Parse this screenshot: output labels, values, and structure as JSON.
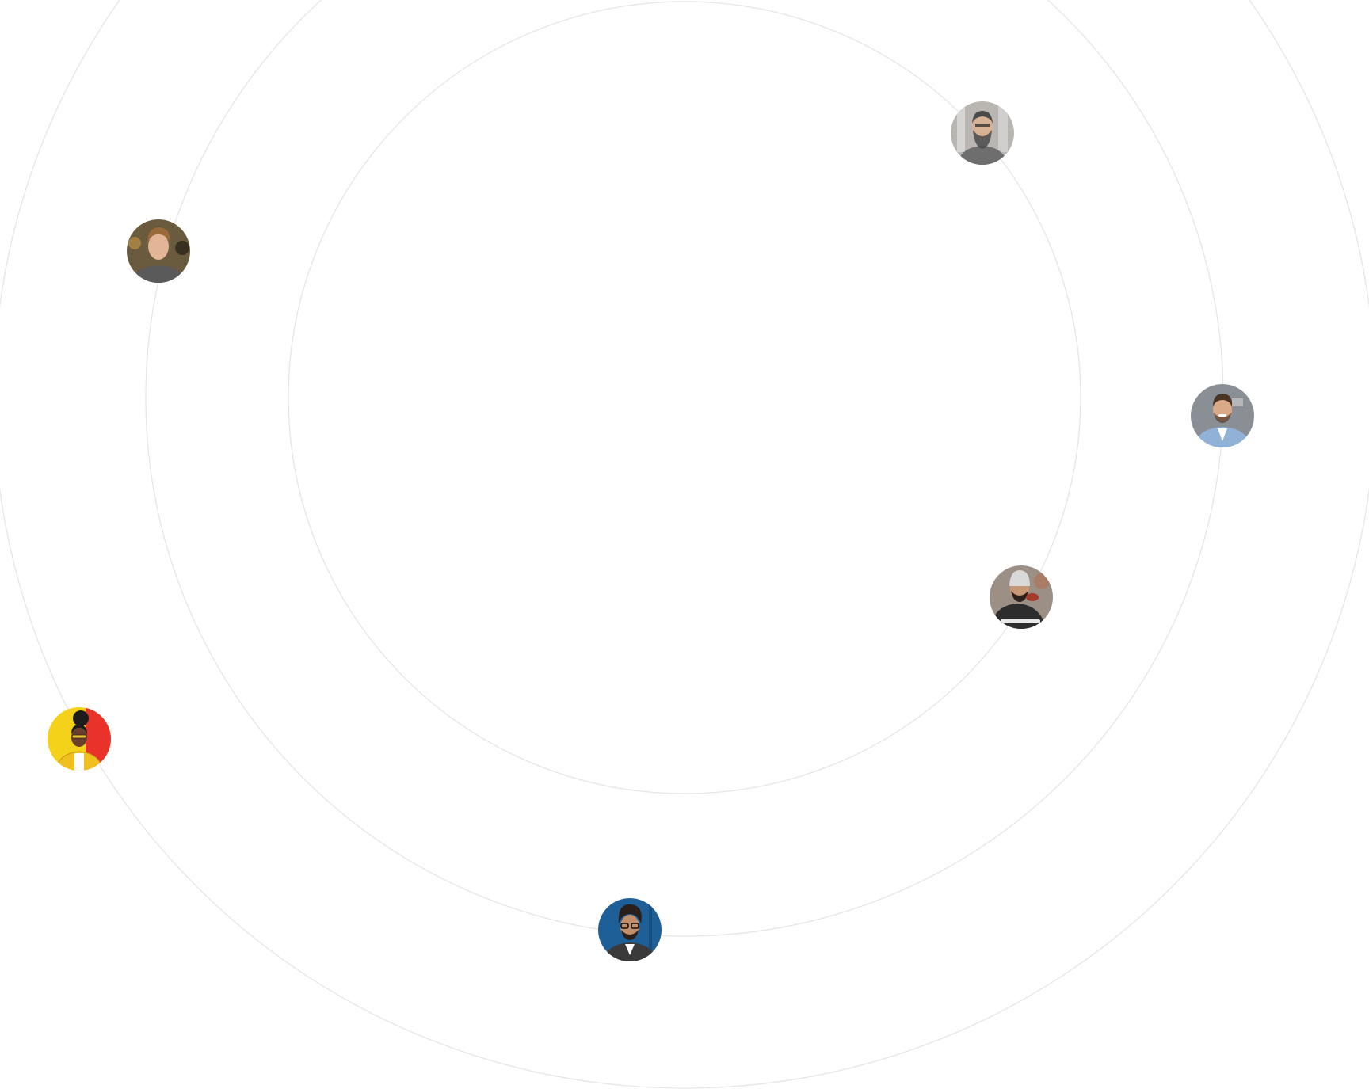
{
  "orbits": {
    "ring_color": "#e6e6e6",
    "count": 3
  },
  "avatars": [
    {
      "name": "avatar-man-gray-beard",
      "bg": "#b9b6b2",
      "skin": "#d8b294",
      "hair": "#4a4a4a",
      "shirt": "#6e6e6e",
      "accent": "#e8e8e8"
    },
    {
      "name": "avatar-man-blond",
      "bg": "#6a5a3e",
      "skin": "#e2b596",
      "hair": "#9a6a3a",
      "shirt": "#5a5a5a",
      "accent": "#2f2a20"
    },
    {
      "name": "avatar-man-smiling-denim",
      "bg": "#8a8f96",
      "skin": "#d9a988",
      "hair": "#4a3426",
      "shirt": "#8fb2d6",
      "accent": "#ffffff"
    },
    {
      "name": "avatar-man-beanie-eating",
      "bg": "#9c8f86",
      "skin": "#c99676",
      "hair": "#d9d9d9",
      "shirt": "#2d2d2d",
      "accent": "#a33a2a"
    },
    {
      "name": "avatar-woman-yellow-red",
      "bg": "#f5d21a",
      "skin": "#6b3f2a",
      "hair": "#1c1c1c",
      "shirt": "#f0c020",
      "accent": "#e8322a"
    },
    {
      "name": "avatar-man-glasses-blue",
      "bg": "#1e5f98",
      "skin": "#c4906c",
      "hair": "#2a1f1a",
      "shirt": "#3a3a3a",
      "accent": "#ffffff"
    }
  ]
}
